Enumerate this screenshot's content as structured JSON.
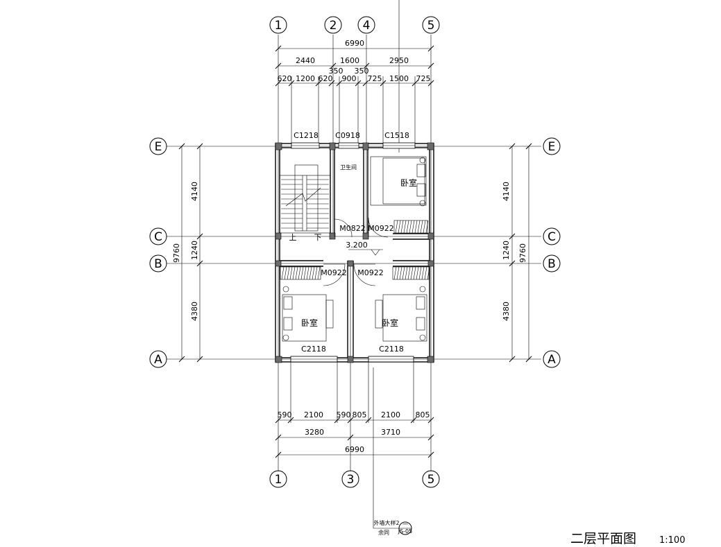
{
  "title": "二层平面图",
  "scale": "1:100",
  "axes_vertical_top": [
    "1",
    "2",
    "4",
    "5"
  ],
  "axes_vertical_bottom": [
    "1",
    "3",
    "5"
  ],
  "axes_horizontal": [
    "E",
    "C",
    "B",
    "A"
  ],
  "dims_top": {
    "overall": "6990",
    "row2": [
      "2440",
      "1600",
      "2950"
    ],
    "row2_extra": [
      "350",
      "350"
    ],
    "row3": [
      "620",
      "1200",
      "620",
      "900",
      "725",
      "1500",
      "725"
    ]
  },
  "dims_bottom": {
    "row1": [
      "590",
      "2100",
      "590",
      "805",
      "2100",
      "805"
    ],
    "row2": [
      "3280",
      "3710"
    ],
    "overall": "6990"
  },
  "dims_side": {
    "overall": "9760",
    "segments": [
      "4140",
      "1240",
      "4380"
    ]
  },
  "windows": {
    "w1": "C1218",
    "w2": "C0918",
    "w3": "C1518",
    "w4": "C2118",
    "w5": "C2118"
  },
  "doors": {
    "d1": "M0822",
    "d2": "M0922",
    "d3": "M0922",
    "d4": "M0922"
  },
  "rooms": {
    "bedroom_ne": "卧室",
    "bedroom_sw": "卧室",
    "bedroom_se": "卧室",
    "bathroom": "卫生间"
  },
  "stair": {
    "up": "上",
    "down": "下"
  },
  "elevation": "3.200",
  "detail_ref": {
    "line1": "外墙大样2",
    "line2": "余同",
    "code_top": "一",
    "code_bottom": "JS-05"
  }
}
